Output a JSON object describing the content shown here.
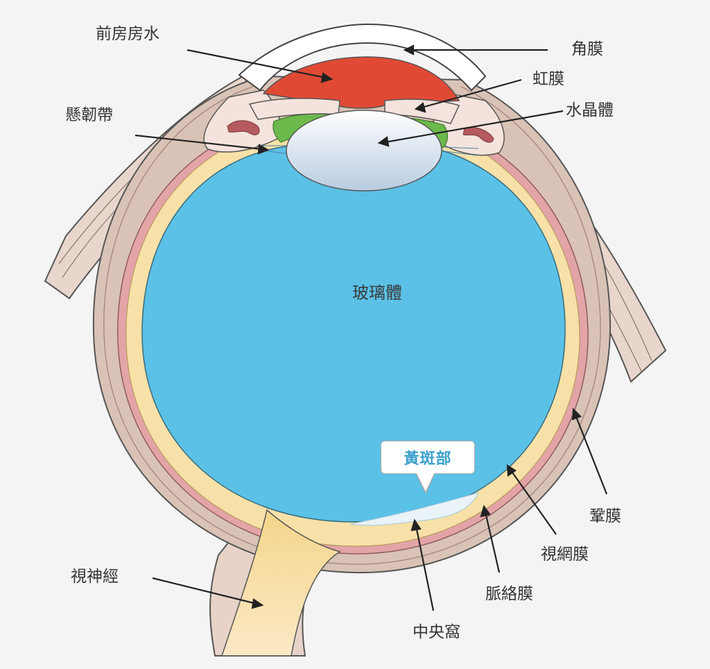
{
  "labels": {
    "anterior_chamber": "前房房水",
    "cornea": "角膜",
    "iris": "虹膜",
    "zonule": "懸韌帶",
    "lens": "水晶體",
    "vitreous": "玻璃體",
    "macula": "黃斑部",
    "sclera": "鞏膜",
    "retina": "視網膜",
    "optic_nerve": "視神經",
    "choroid": "脈絡膜",
    "fovea": "中央窩"
  },
  "colors": {
    "vitreous": "#5bc1e6",
    "aqueous": "#e04a35",
    "ciliary_green": "#6cb94c",
    "sclera": "#d9c3b6",
    "choroid": "#e3a4a8",
    "retina": "#f7e1a8",
    "optic_nerve": "#f5d58a",
    "lens": "#dde7f2",
    "macula_text": "#3aa0cc"
  }
}
